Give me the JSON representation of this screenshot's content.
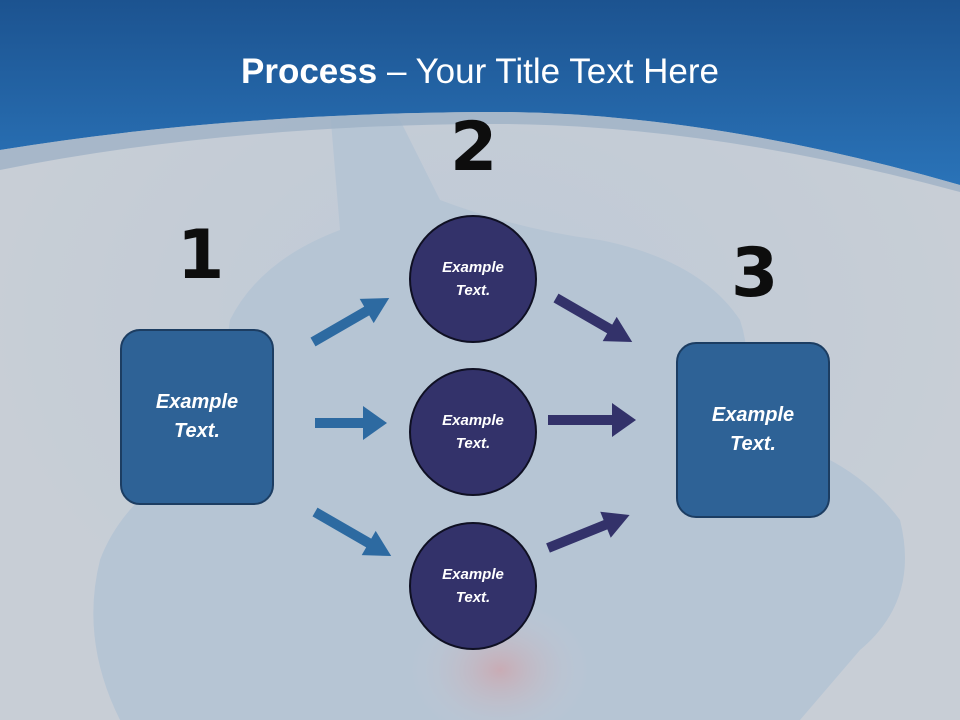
{
  "title": {
    "bold": "Process",
    "rest": " – Your Title Text Here"
  },
  "steps": {
    "one": "1",
    "two": "2",
    "three": "3"
  },
  "left_box": {
    "text": "Example Text."
  },
  "circles": [
    {
      "text": "Example Text."
    },
    {
      "text": "Example Text."
    },
    {
      "text": "Example Text."
    }
  ],
  "right_box": {
    "text": "Example Text."
  },
  "colors": {
    "banner": "#2668ad",
    "box": "#2e6296",
    "circle": "#33326a",
    "arrow_left": "#2d6aa1",
    "arrow_right": "#33326a"
  }
}
